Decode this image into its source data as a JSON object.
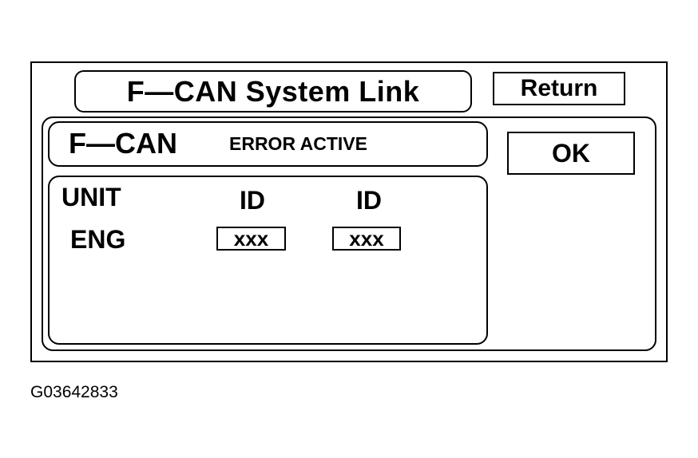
{
  "window": {
    "title": "F—CAN System Link",
    "return_label": "Return",
    "ok_label": "OK"
  },
  "can_bus": {
    "name": "F—CAN",
    "status": "ERROR ACTIVE"
  },
  "table": {
    "headers": [
      "UNIT",
      "ID",
      "ID"
    ],
    "rows": [
      {
        "unit": "ENG",
        "id1": "xxx",
        "id2": "xxx"
      }
    ]
  },
  "figure_caption": "G03642833"
}
